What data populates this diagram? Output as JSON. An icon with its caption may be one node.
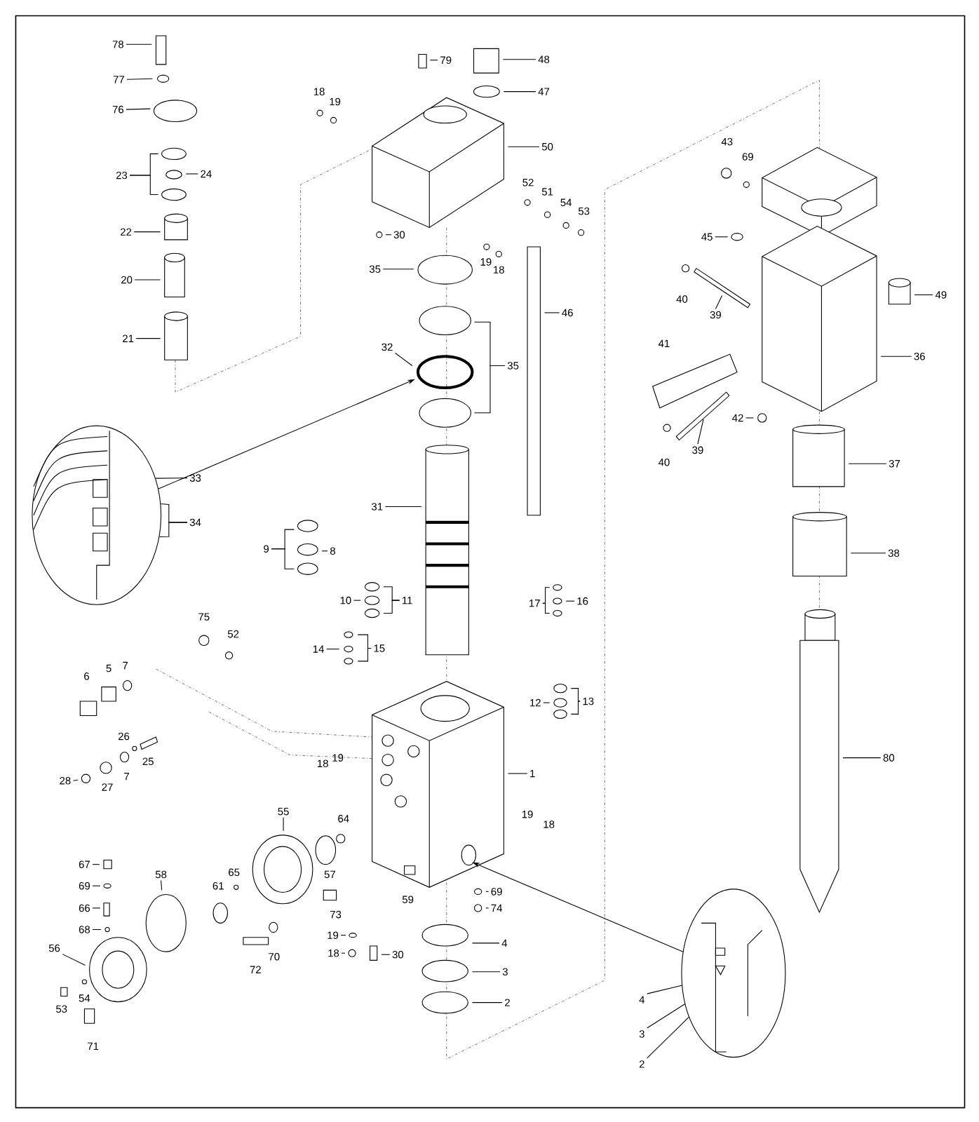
{
  "diagram": {
    "nodes": [
      {
        "text": [
          "78"
        ]
      },
      {
        "text": [
          "77"
        ]
      },
      {
        "text": [
          "76"
        ]
      },
      {
        "text": [
          "79"
        ]
      },
      {
        "text": [
          "48"
        ]
      },
      {
        "text": [
          "47"
        ]
      },
      {
        "text": [
          "50"
        ]
      },
      {
        "text": [
          "24"
        ]
      },
      {
        "text": [
          "23"
        ]
      },
      {
        "text": [
          "22"
        ]
      },
      {
        "text": [
          "30"
        ]
      },
      {
        "text": [
          "35"
        ]
      },
      {
        "text": [
          "20"
        ]
      },
      {
        "text": [
          "46"
        ]
      },
      {
        "text": [
          "21"
        ]
      },
      {
        "text": [
          "32"
        ]
      },
      {
        "text": [
          "35"
        ]
      },
      {
        "text": [],
        "shape": "circle"
      },
      {
        "text": [
          "33"
        ]
      },
      {
        "text": [
          "31"
        ]
      },
      {
        "text": [
          "34"
        ]
      },
      {
        "text": [
          "9"
        ]
      },
      {
        "text": [
          "8"
        ]
      },
      {
        "text": [
          "10"
        ]
      },
      {
        "text": [
          "11"
        ]
      },
      {
        "text": [
          "17"
        ]
      },
      {
        "text": [
          "16"
        ]
      },
      {
        "text": [
          "14"
        ]
      },
      {
        "text": [
          "15"
        ]
      },
      {
        "text": [
          "12"
        ]
      },
      {
        "text": [
          "13"
        ]
      },
      {
        "text": [
          "28"
        ]
      },
      {
        "text": [
          "1"
        ]
      },
      {
        "text": [
          "55"
        ]
      },
      {
        "text": [
          "67"
        ]
      },
      {
        "text": [
          "58"
        ]
      },
      {
        "text": [
          "69"
        ]
      },
      {
        "text": [
          "69"
        ]
      },
      {
        "text": [
          "66"
        ]
      },
      {
        "text": [
          "74"
        ]
      },
      {
        "text": [
          "68"
        ]
      },
      {
        "text": [
          "19"
        ]
      },
      {
        "text": [
          "4"
        ]
      },
      {
        "text": [
          "56"
        ]
      },
      {
        "text": [
          "18"
        ]
      },
      {
        "text": [
          "30"
        ]
      },
      {
        "text": [
          "3"
        ]
      },
      {
        "text": [
          "2"
        ]
      },
      {
        "text": [],
        "shape": "circle"
      },
      {
        "text": [
          "4"
        ]
      },
      {
        "text": [
          "3"
        ]
      },
      {
        "text": [
          "2"
        ]
      },
      {
        "text": [
          "45"
        ]
      },
      {
        "text": [
          "49"
        ]
      },
      {
        "text": [
          "39"
        ]
      },
      {
        "text": [
          "36"
        ]
      },
      {
        "text": [
          "42"
        ]
      },
      {
        "text": [
          "39"
        ]
      },
      {
        "text": [
          "37"
        ]
      },
      {
        "text": [
          "38"
        ]
      },
      {
        "text": [
          "80"
        ]
      }
    ],
    "edges": [
      {
        "from": 0,
        "to": null,
        "arrow": "none"
      },
      {
        "from": 1,
        "to": null,
        "arrow": "none"
      },
      {
        "from": 2,
        "to": null,
        "arrow": "none"
      },
      {
        "from": 3,
        "to": null,
        "arrow": "none"
      },
      {
        "from": 4,
        "to": null,
        "arrow": "none"
      },
      {
        "from": 5,
        "to": null,
        "arrow": "none"
      },
      {
        "from": 6,
        "to": null,
        "arrow": "none"
      },
      {
        "from": 7,
        "to": null,
        "arrow": "none"
      },
      {
        "from": 8,
        "to": null,
        "arrow": "none"
      },
      {
        "from": 8,
        "to": null,
        "arrow": "none"
      },
      {
        "from": 9,
        "to": null,
        "arrow": "none"
      },
      {
        "from": 10,
        "to": null,
        "arrow": "none"
      },
      {
        "from": 11,
        "to": null,
        "arrow": "none"
      },
      {
        "from": 12,
        "to": null,
        "arrow": "none"
      },
      {
        "from": 13,
        "to": null,
        "arrow": "none"
      },
      {
        "from": 14,
        "to": null,
        "arrow": "none"
      },
      {
        "from": 15,
        "to": null,
        "arrow": "none"
      },
      {
        "from": 16,
        "to": null,
        "arrow": "none"
      },
      {
        "from": 16,
        "to": null,
        "arrow": "none"
      },
      {
        "from": 17,
        "to": null,
        "arrow": "to"
      },
      {
        "from": 18,
        "to": 17,
        "arrow": "none"
      },
      {
        "from": 19,
        "to": null,
        "arrow": "none"
      },
      {
        "from": 20,
        "to": 17,
        "arrow": "none"
      },
      {
        "from": 20,
        "to": 17,
        "arrow": "none"
      },
      {
        "from": 21,
        "to": null,
        "arrow": "none"
      },
      {
        "from": 21,
        "to": null,
        "arrow": "none"
      },
      {
        "from": 22,
        "to": null,
        "arrow": "none"
      },
      {
        "from": 23,
        "to": null,
        "arrow": "none"
      },
      {
        "from": 24,
        "to": null,
        "arrow": "none"
      },
      {
        "from": 24,
        "to": null,
        "arrow": "none"
      },
      {
        "from": 25,
        "to": null,
        "arrow": "none"
      },
      {
        "from": 25,
        "to": null,
        "arrow": "none"
      },
      {
        "from": 26,
        "to": null,
        "arrow": "none"
      },
      {
        "from": 27,
        "to": null,
        "arrow": "none"
      },
      {
        "from": 28,
        "to": null,
        "arrow": "none"
      },
      {
        "from": 28,
        "to": null,
        "arrow": "none"
      },
      {
        "from": 29,
        "to": null,
        "arrow": "none"
      },
      {
        "from": 30,
        "to": null,
        "arrow": "none"
      },
      {
        "from": 30,
        "to": null,
        "arrow": "none"
      },
      {
        "from": 31,
        "to": null,
        "arrow": "none"
      },
      {
        "from": 32,
        "to": null,
        "arrow": "none"
      },
      {
        "from": 33,
        "to": null,
        "arrow": "none"
      },
      {
        "from": 34,
        "to": null,
        "arrow": "none"
      },
      {
        "from": 35,
        "to": null,
        "arrow": "none"
      },
      {
        "from": 36,
        "to": null,
        "arrow": "none"
      },
      {
        "from": 37,
        "to": null,
        "arrow": "none"
      },
      {
        "from": 38,
        "to": null,
        "arrow": "none"
      },
      {
        "from": 39,
        "to": null,
        "arrow": "none"
      },
      {
        "from": 40,
        "to": null,
        "arrow": "none"
      },
      {
        "from": 41,
        "to": null,
        "arrow": "none"
      },
      {
        "from": 42,
        "to": null,
        "arrow": "none"
      },
      {
        "from": 43,
        "to": null,
        "arrow": "none"
      },
      {
        "from": 44,
        "to": null,
        "arrow": "none"
      },
      {
        "from": 45,
        "to": null,
        "arrow": "none"
      },
      {
        "from": 46,
        "to": null,
        "arrow": "none"
      },
      {
        "from": 47,
        "to": null,
        "arrow": "none"
      },
      {
        "from": 48,
        "to": null,
        "arrow": "to"
      },
      {
        "from": 49,
        "to": 48,
        "arrow": "none"
      },
      {
        "from": 50,
        "to": 48,
        "arrow": "none"
      },
      {
        "from": 51,
        "to": 48,
        "arrow": "none"
      },
      {
        "from": 52,
        "to": null,
        "arrow": "none"
      },
      {
        "from": 53,
        "to": null,
        "arrow": "none"
      },
      {
        "from": 54,
        "to": null,
        "arrow": "none"
      },
      {
        "from": 55,
        "to": null,
        "arrow": "none"
      },
      {
        "from": 56,
        "to": null,
        "arrow": "none"
      },
      {
        "from": 57,
        "to": null,
        "arrow": "none"
      },
      {
        "from": 58,
        "to": null,
        "arrow": "none"
      },
      {
        "from": 59,
        "to": null,
        "arrow": "none"
      },
      {
        "from": 60,
        "to": null,
        "arrow": "none"
      }
    ],
    "labels": [
      "18",
      "19",
      "52",
      "51",
      "54",
      "53",
      "19",
      "18",
      "43",
      "69",
      "40",
      "41",
      "40",
      "75",
      "52",
      "7",
      "5",
      "6",
      "26",
      "25",
      "19",
      "18",
      "7",
      "27",
      "19",
      "64",
      "18",
      "65",
      "57",
      "61",
      "59",
      "73",
      "70",
      "72",
      "54",
      "53",
      "71"
    ]
  }
}
